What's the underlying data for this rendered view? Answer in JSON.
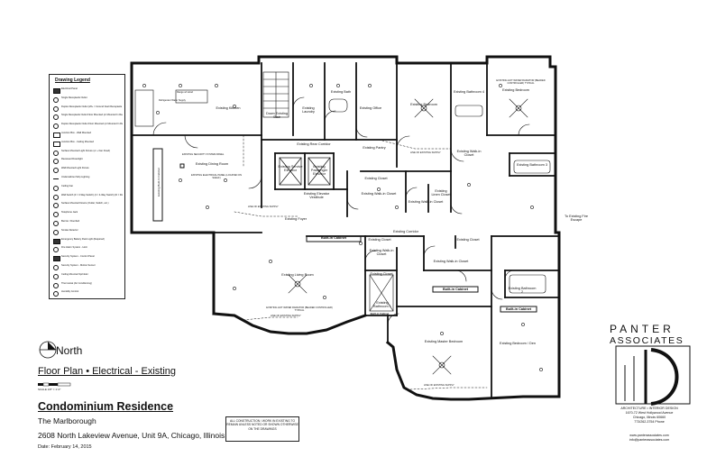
{
  "legend": {
    "title": "Drawing Legend",
    "items": [
      "Electrical Panel",
      "Single Receptacle Outlet",
      "Duplex Receptacle Outlet (20+ = Ground Fault Receptacle Outlet)",
      "Single Receptacle Outlet Floor Mounted (or Mounted In Recessed Bracket)",
      "Duplex Receptacle Outlet Floor Mounted (or Mounted In Recessed Bracket)",
      "Junction Box - Wall Mounted",
      "Junction Box - Ceiling Mounted",
      "Surface Mounted Light Fixture (or + Fan Fixed)",
      "Recessed Downlight",
      "Wall Mounted Light Fixture",
      "Undercabinet Strip Lighting",
      "Ceiling Fan",
      "Wall Switch (3 = 3-Way Switch) (4 = 4-Way Switch) (D = Dimmer Switch)",
      "Surface Mounted Device (Outlet, Switch, etc.)",
      "Telephone Jack",
      "Buzzer / Doorbell",
      "Smoke Detector",
      "Emergency Battery Pack Light (Required)",
      "Fire Alarm System - Horn",
      "Security System - Control Panel",
      "Security System - Motion Sensor",
      "Ceiling Mounted Sprinkler",
      "Thermostat (Air Conditioning)",
      "Humidity Control"
    ]
  },
  "rooms": {
    "kitchen": "Existing Kitchen",
    "stair": "Down Existing Stair",
    "laundry": "Existing Laundry",
    "bath": "Existing Bath",
    "office": "Existing Office",
    "bedroom": "Existing Bedroom",
    "bedroom2": "Existing Bedroom",
    "bathroom4": "Existing Bathroom 4",
    "closet1": "Existing Walk-in Closet",
    "bathroom3": "Existing Bathroom 3",
    "dining": "Existing Dining Room",
    "rear_corridor": "Existing Rear Corridor",
    "pantry": "Existing Pantry",
    "service_elev": "Existing Service Elevator",
    "pass_elev": "Existing Passenger Elevator",
    "vestibule": "Existing Elevator Vestibule",
    "closet2": "Existing Closet",
    "walkin2": "Existing Walk-in Closet",
    "walkin3": "Existing Walk-in Closet",
    "linen": "Existing Linen Closet",
    "foyer": "Existing Foyer",
    "corridor": "Existing Corridor",
    "closet_a": "Existing Closet",
    "closet_b": "Existing Closet",
    "walkin4": "Existing Walk-in Closet",
    "walkin5": "Existing Walk-in Closet",
    "fire_escape": "To Existing Fire Escape",
    "living": "Existing Living Room",
    "bathroom1": "Existing Bathroom 1",
    "bathroom2": "Existing Bathroom 2",
    "master": "Existing Master Bedroom",
    "den": "Existing Bedroom / Den",
    "closet_c": "Existing Closet",
    "builtin1": "Built-in Cabinet",
    "builtin2": "Built-in Cabinet",
    "builtin3": "Built-in Cabinet",
    "builtin4": "Built-in Cabinet",
    "cabinet_v": "Existing Built-In Cabinet",
    "refrig": "Refrigerator Water Supply",
    "range": "Range w/ Hood",
    "line_supply": "LINE OF EXISTING SUPPLY",
    "radiator": "EXISTING HOT WATER RADIATOR (BEADED CONTROLLER) TYPICAL",
    "elec_panel": "EXISTING ELECTRICAL PANEL (LOCATED ON SHELF)",
    "security_panel": "EXISTING SECURITY SYSTEM PANEL"
  },
  "title_block": {
    "north": "North",
    "drawing_title": "Floor Plan • Electrical - Existing",
    "scale": "SCALE 1/8\" = 1'-0\"",
    "project": "Condominium Residence",
    "building": "The Marlborough",
    "address": "2608 North Lakeview Avenue, Unit 9A, Chicago, Illinois",
    "date": "Date: February 14, 2015",
    "construction_note": "ALL CONSTRUCTION / WORK IN EXISTING TO REMAIN UNLESS NOTED OR SHOWN OTHERWISE ON THE DRAWINGS"
  },
  "firm": {
    "name_line1": "PANTER",
    "name_line2": "ASSOCIATES",
    "tagline": "ARCHITECTURE • INTERIOR DESIGN",
    "address1": "1670-72 West Hollywood Avenue",
    "address2": "Chicago, Illinois 60660",
    "phone": "773/262-3754 Phone",
    "web": "www.panterassociates.com",
    "email": "info@panterassociates.com"
  }
}
